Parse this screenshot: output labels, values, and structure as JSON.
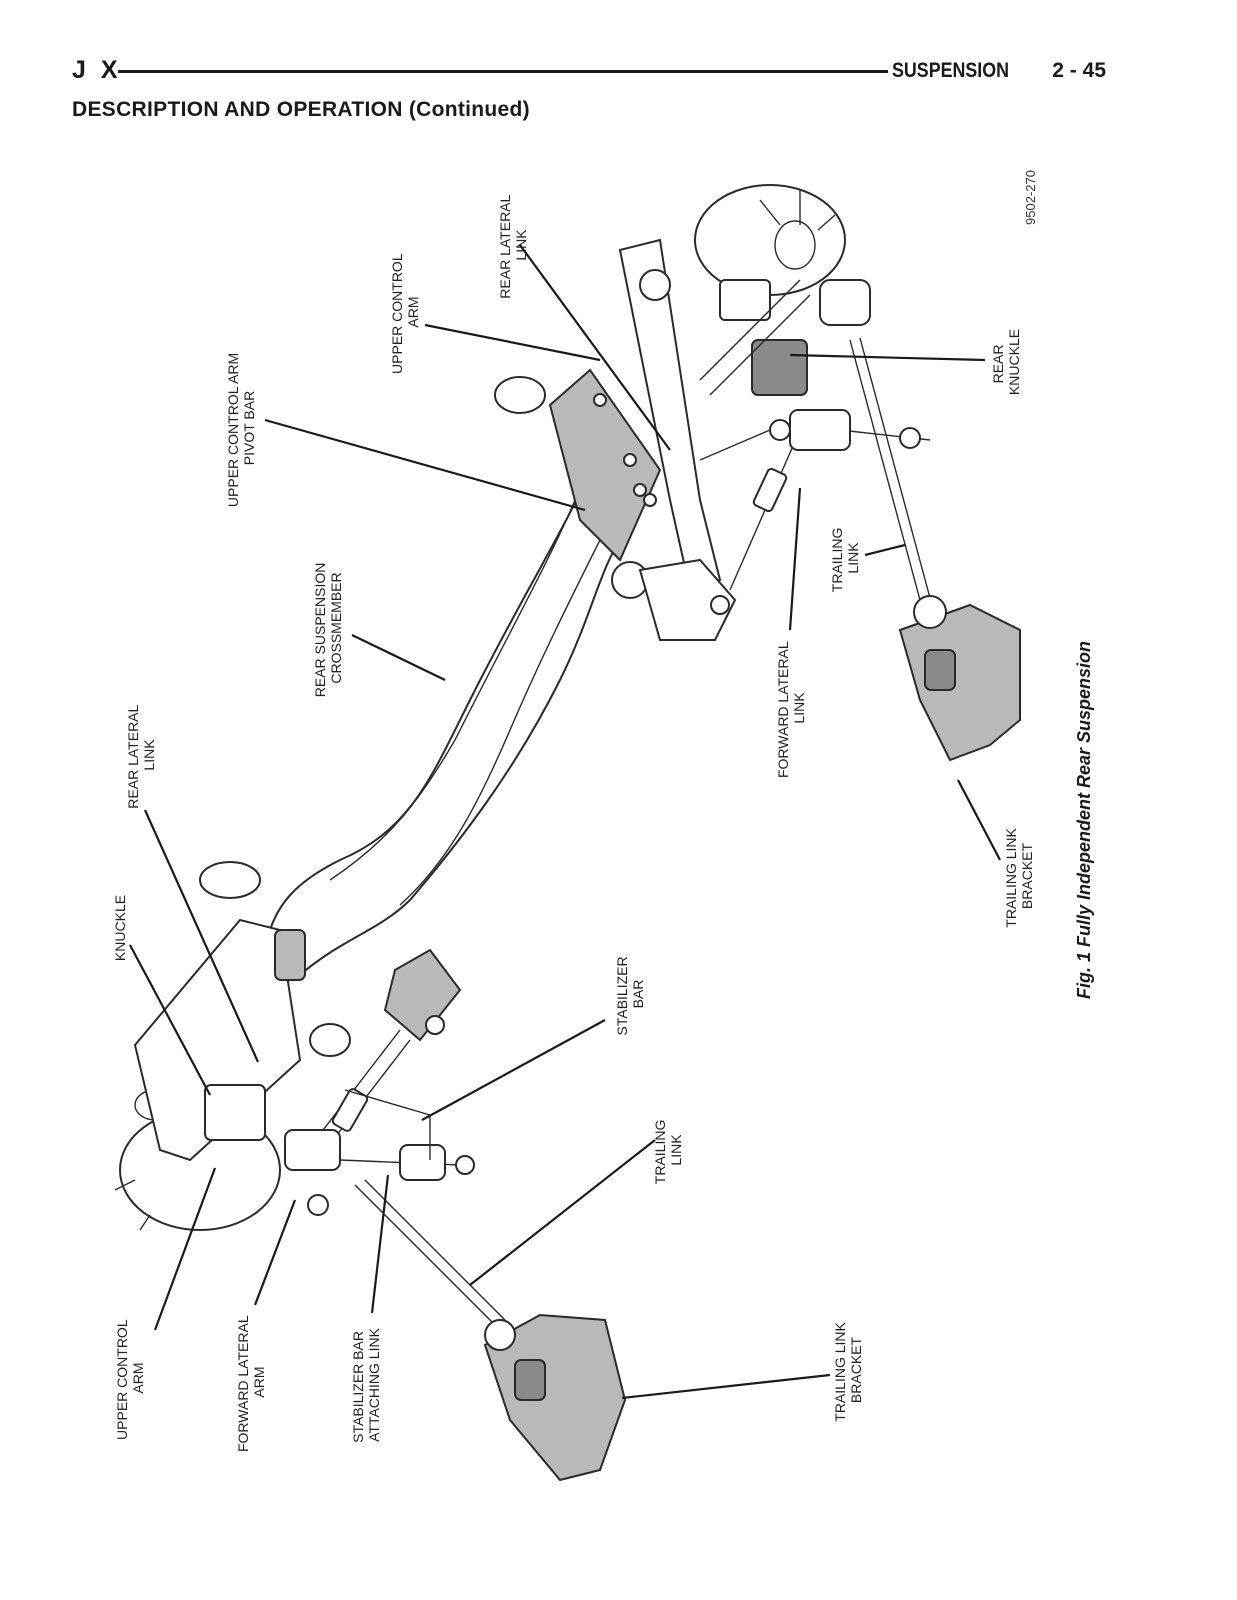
{
  "header": {
    "model": "J X",
    "section": "SUSPENSION",
    "page": "2 - 45"
  },
  "subheading": "DESCRIPTION AND OPERATION (Continued)",
  "figure": {
    "ref": "9502-270",
    "caption": "Fig. 1 Fully Independent Rear Suspension",
    "labels": {
      "rear_lateral_link_top": [
        "REAR LATERAL",
        "LINK"
      ],
      "upper_control_arm_top": [
        "UPPER CONTROL",
        "ARM"
      ],
      "upper_control_arm_pivot_bar": [
        "UPPER CONTROL ARM",
        "PIVOT BAR"
      ],
      "rear_suspension_crossmember": [
        "REAR SUSPENSION",
        "CROSSMEMBER"
      ],
      "rear_knuckle": [
        "REAR",
        "KNUCKLE"
      ],
      "trailing_link_top": [
        "TRAILING",
        "LINK"
      ],
      "forward_lateral_link": [
        "FORWARD LATERAL",
        "LINK"
      ],
      "trailing_link_bracket_top": [
        "TRAILING LINK",
        "BRACKET"
      ],
      "rear_lateral_link_bottom": [
        "REAR LATERAL",
        "LINK"
      ],
      "knuckle": [
        "KNUCKLE"
      ],
      "stabilizer_bar": [
        "STABILIZER",
        "BAR"
      ],
      "trailing_link_bottom": [
        "TRAILING",
        "LINK"
      ],
      "upper_control_arm_bottom": [
        "UPPER CONTROL",
        "ARM"
      ],
      "forward_lateral_arm": [
        "FORWARD LATERAL",
        "ARM"
      ],
      "stabilizer_bar_attaching_link": [
        "STABILIZER BAR",
        "ATTACHING LINK"
      ],
      "trailing_link_bracket_bottom": [
        "TRAILING LINK",
        "BRACKET"
      ]
    }
  }
}
